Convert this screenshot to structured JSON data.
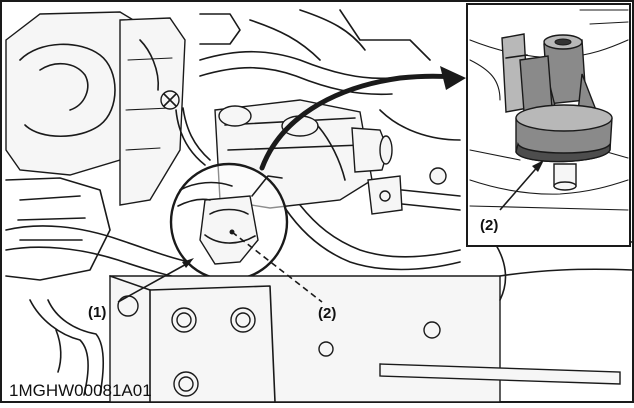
{
  "figure_id": "1MGHW00081A01",
  "callouts": {
    "main_part_1": "(1)",
    "main_part_2": "(2)",
    "inset_part_2": "(2)"
  },
  "colors": {
    "line": "#1a1a1a",
    "valve_grey": "#8a8a8a",
    "background": "#ffffff"
  }
}
